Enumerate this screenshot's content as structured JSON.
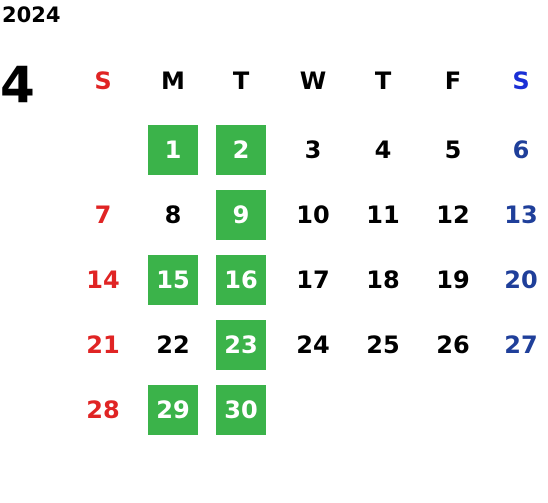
{
  "year": "2024",
  "month": "4",
  "colors": {
    "sunday": "#e02424",
    "saturday": "#1f3f9a",
    "weekday": "#000000",
    "highlight_bg": "#3bb34a",
    "highlight_text": "#ffffff"
  },
  "weekdays": [
    {
      "label": "S",
      "color": "#e02424"
    },
    {
      "label": "M",
      "color": "#000000"
    },
    {
      "label": "T",
      "color": "#000000"
    },
    {
      "label": "W",
      "color": "#000000"
    },
    {
      "label": "T",
      "color": "#000000"
    },
    {
      "label": "F",
      "color": "#000000"
    },
    {
      "label": "S",
      "color": "#1a2fd6"
    }
  ],
  "first_weekday": 1,
  "days_in_month": 30,
  "highlighted_days": [
    1,
    2,
    9,
    15,
    16,
    23,
    29,
    30
  ]
}
